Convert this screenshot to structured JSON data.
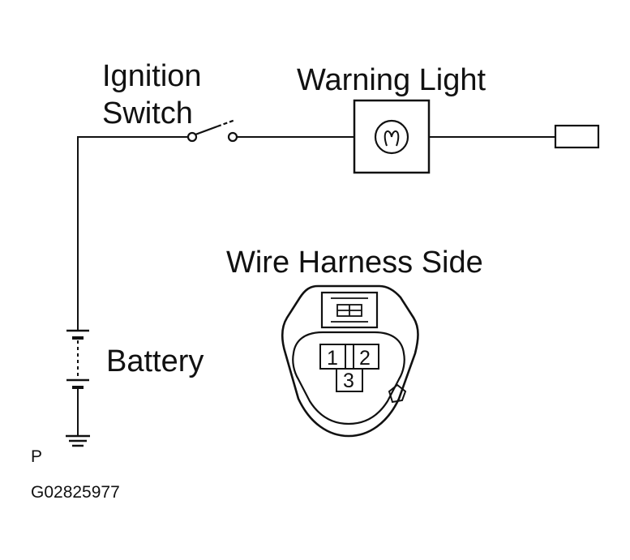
{
  "labels": {
    "ignition_switch_line1": "Ignition",
    "ignition_switch_line2": "Switch",
    "warning_light": "Warning Light",
    "wire_harness_side": "Wire Harness Side",
    "battery": "Battery",
    "corner_letter": "P",
    "figure_code": "G02825977"
  },
  "connector": {
    "pins": [
      "1",
      "2",
      "3"
    ]
  },
  "colors": {
    "ink": "#111111",
    "background": "#ffffff"
  }
}
